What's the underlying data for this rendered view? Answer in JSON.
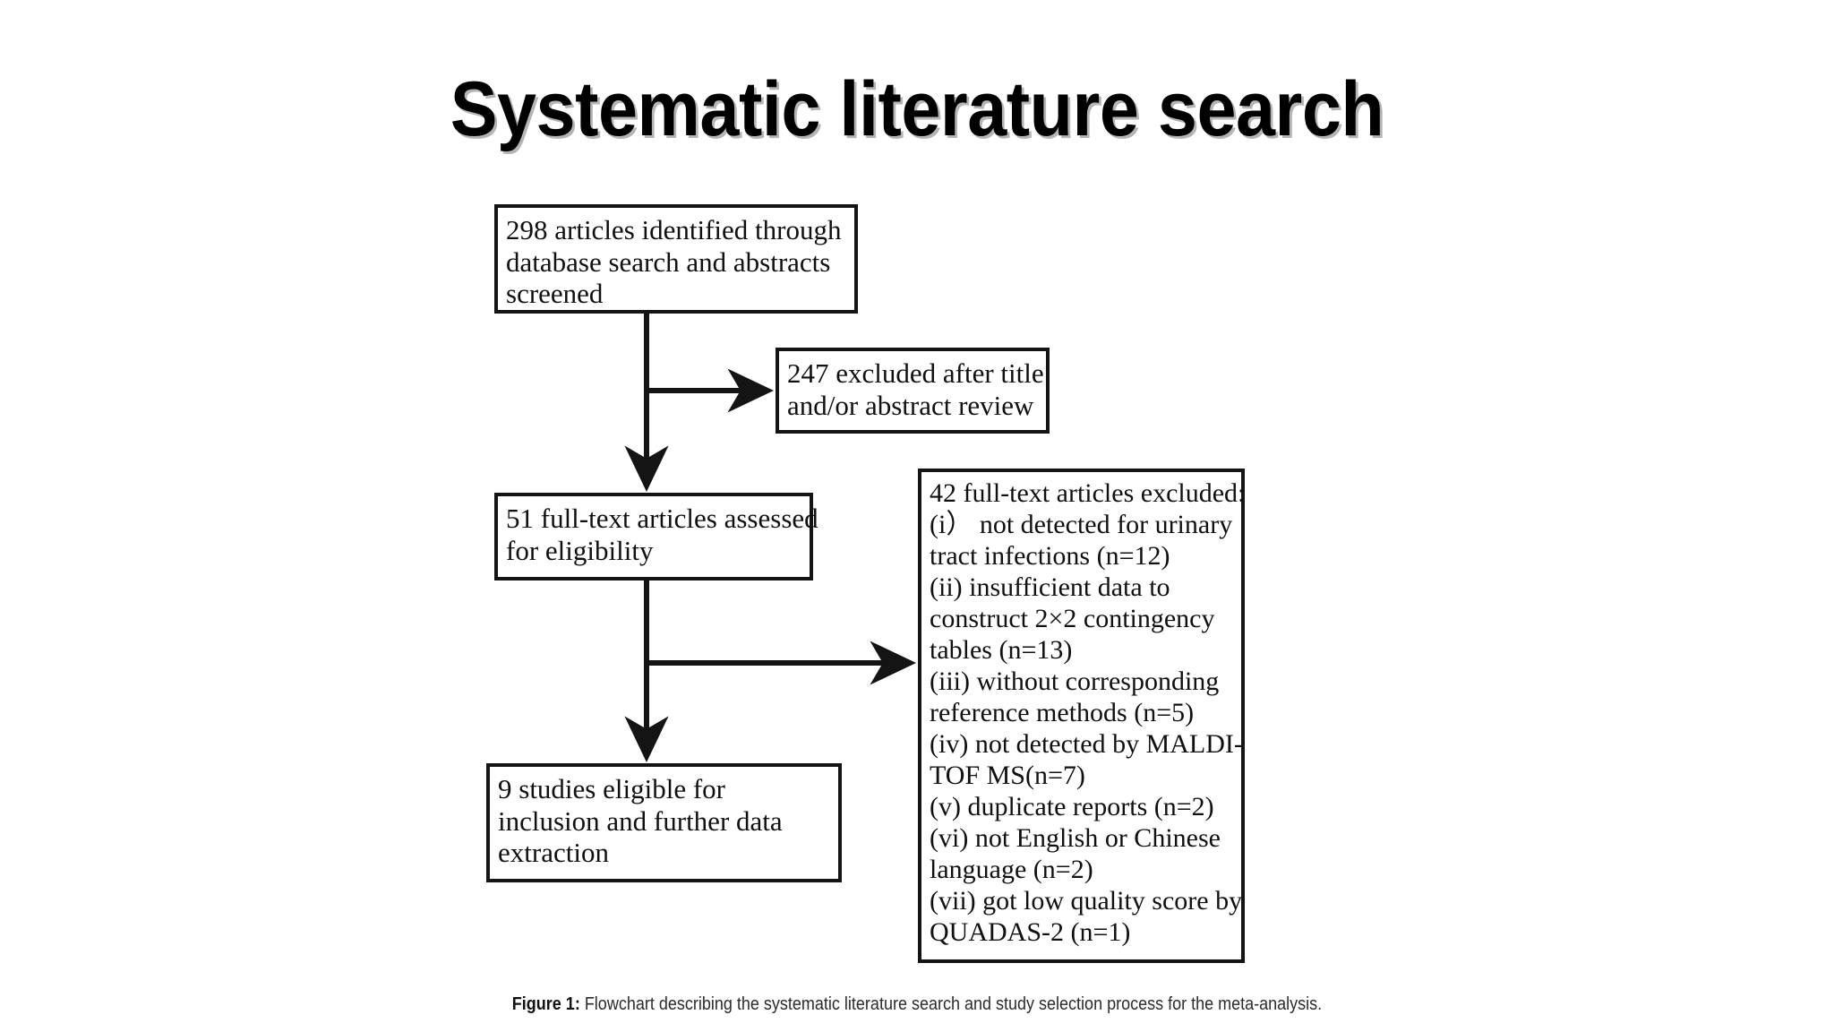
{
  "slide": {
    "title": "Systematic literature search"
  },
  "flowchart": {
    "boxes": {
      "identified": {
        "lines": [
          "298  articles  identified  through",
          "database search and abstracts",
          "screened"
        ]
      },
      "excluded_screening": {
        "lines": [
          "247 excluded  after  title",
          "and/or abstract review"
        ]
      },
      "fulltext_assessed": {
        "lines": [
          "51 full-text  articles  assessed",
          "for eligibility"
        ]
      },
      "eligible": {
        "lines": [
          "9 studies eligible for",
          "inclusion and further data",
          "extraction"
        ]
      },
      "exclusions": {
        "lines": [
          "42 full-text articles excluded:",
          "(i）  not detected for urinary",
          "tract infections  (n=12)",
          "(ii)  insufficient data to",
          "construct  2×2 contingency",
          "tables  (n=13)",
          "(iii)  without corresponding",
          "reference  methods  (n=5)",
          "(iv)  not detected by MALDI-",
          "TOF MS(n=7)",
          "(v) duplicate  reports  (n=2)",
          "(vi) not English or Chinese",
          "language  (n=2)",
          "(vii) got low quality score by",
          "QUADAS-2  (n=1)"
        ]
      }
    }
  },
  "caption": {
    "label": "Figure 1:",
    "text": " Flowchart describing the systematic literature search and study selection process for the meta-analysis."
  },
  "colors": {
    "background": "#ffffff",
    "stroke": "#141414",
    "text": "#101010",
    "caption_text": "#2b2b2b"
  }
}
